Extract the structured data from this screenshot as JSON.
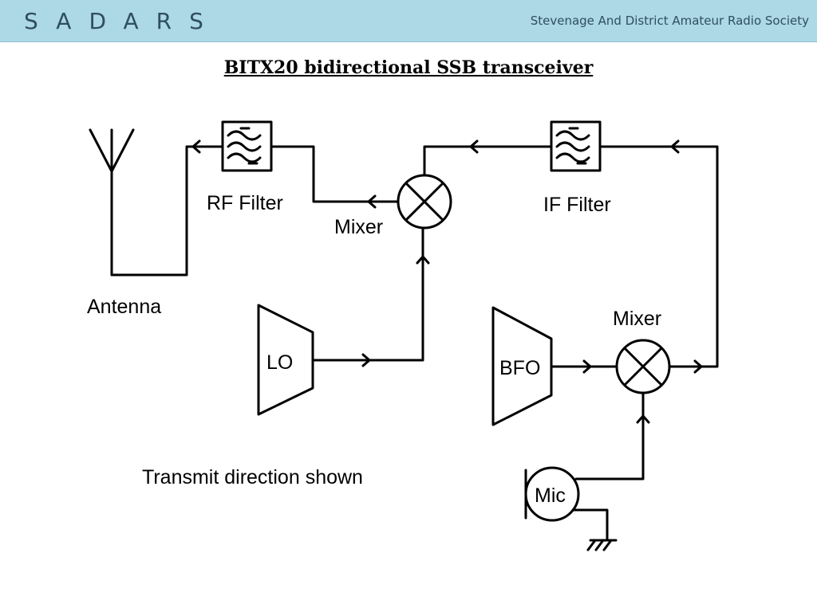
{
  "header": {
    "brand": "SADARS",
    "society": "Stevenage And District Amateur Radio Society",
    "background": "#add8e6"
  },
  "title": "BITX20 bidirectional SSB transceiver",
  "diagram": {
    "labels": {
      "antenna": "Antenna",
      "rf_filter": "RF Filter",
      "if_filter": "IF Filter",
      "mixer_top": "Mixer",
      "mixer_bottom": "Mixer",
      "lo": "LO",
      "bfo": "BFO",
      "mic": "Mic"
    },
    "caption": "Transmit direction shown"
  }
}
